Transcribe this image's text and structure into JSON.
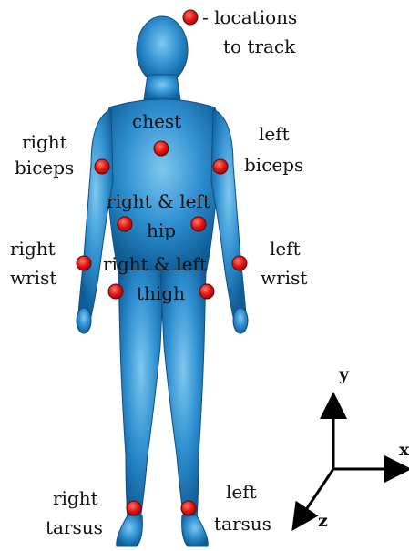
{
  "legend": {
    "line1": "- locations",
    "line2": "to track"
  },
  "labels": {
    "chest": "chest",
    "right_biceps_1": "right",
    "right_biceps_2": "biceps",
    "left_biceps_1": "left",
    "left_biceps_2": "biceps",
    "hip_1": "right & left",
    "hip_2": "hip",
    "right_wrist_1": "right",
    "right_wrist_2": "wrist",
    "left_wrist_1": "left",
    "left_wrist_2": "wrist",
    "thigh_1": "right & left",
    "thigh_2": "thigh",
    "right_tarsus_1": "right",
    "right_tarsus_2": "tarsus",
    "left_tarsus_1": "left",
    "left_tarsus_2": "tarsus"
  },
  "axes": {
    "x": "x",
    "y": "y",
    "z": "z"
  },
  "colors": {
    "marker": "#e01414",
    "body": "#1f7fbf",
    "body_light": "#63b6e6"
  }
}
